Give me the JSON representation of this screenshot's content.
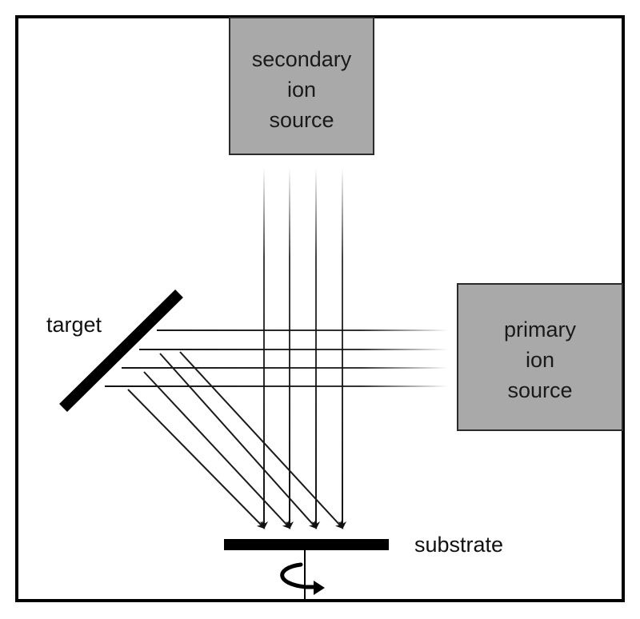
{
  "diagram": {
    "secondary_source": {
      "line1": "secondary",
      "line2": "ion",
      "line3": "source"
    },
    "primary_source": {
      "line1": "primary",
      "line2": "ion",
      "line3": "source"
    },
    "target_label": "target",
    "substrate_label": "substrate"
  },
  "colors": {
    "box_fill": "#a9a9a9",
    "box_stroke": "#2a2a2a",
    "beam": "#1a1a1a",
    "frame": "#000000"
  },
  "icons": {
    "rotation": "rotation-arrow-icon"
  }
}
